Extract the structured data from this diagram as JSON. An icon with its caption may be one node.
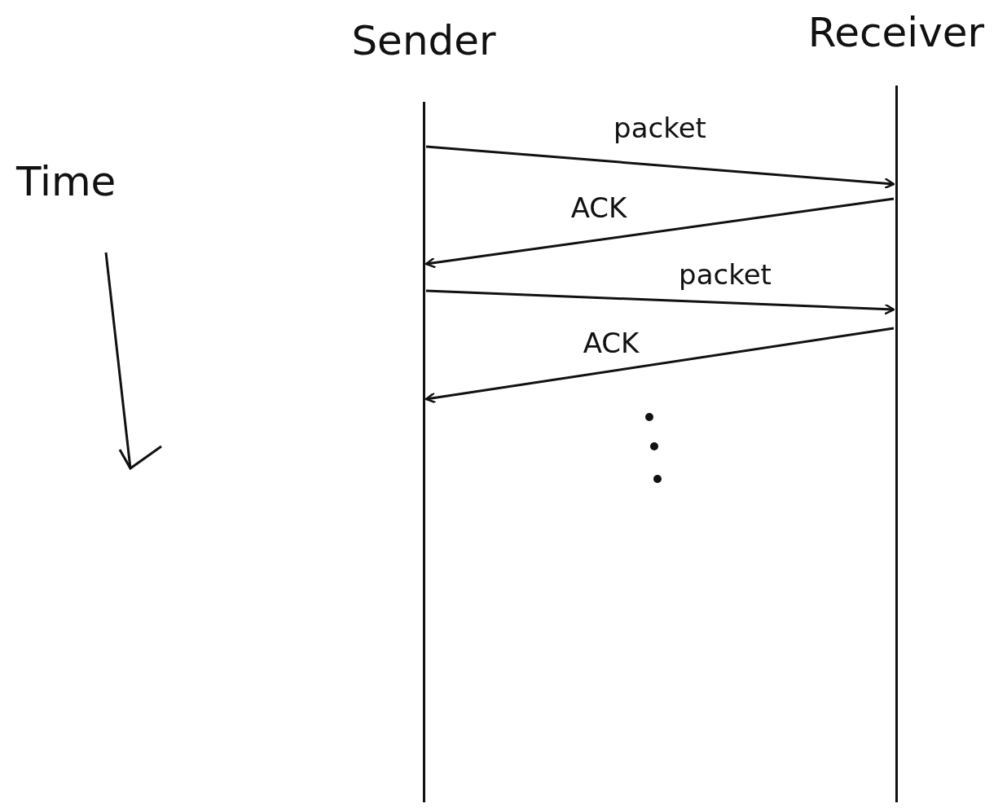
{
  "diagram": {
    "nodes": [
      {
        "text": [
          "Sender"
        ]
      },
      {
        "text": [
          "Receiver"
        ]
      }
    ],
    "edges": [
      {
        "from": 0,
        "to": 1,
        "arrow": "to",
        "label": "packet"
      },
      {
        "from": 1,
        "to": 0,
        "arrow": "to",
        "label": "ACK"
      },
      {
        "from": 0,
        "to": 1,
        "arrow": "to",
        "label": "packet"
      },
      {
        "from": 1,
        "to": 0,
        "arrow": "to",
        "label": "ACK"
      }
    ],
    "labels": [
      "Time"
    ]
  }
}
